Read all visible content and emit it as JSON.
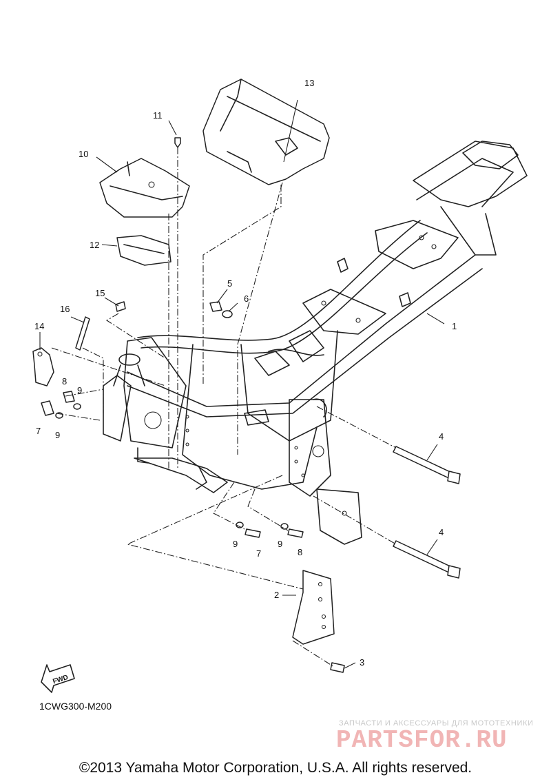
{
  "diagram": {
    "callouts": [
      {
        "id": "c1",
        "label": "1"
      },
      {
        "id": "c2",
        "label": "2"
      },
      {
        "id": "c3",
        "label": "3"
      },
      {
        "id": "c4a",
        "label": "4"
      },
      {
        "id": "c4b",
        "label": "4"
      },
      {
        "id": "c5",
        "label": "5"
      },
      {
        "id": "c6",
        "label": "6"
      },
      {
        "id": "c7a",
        "label": "7"
      },
      {
        "id": "c7b",
        "label": "7"
      },
      {
        "id": "c8a",
        "label": "8"
      },
      {
        "id": "c8b",
        "label": "8"
      },
      {
        "id": "c9a",
        "label": "9"
      },
      {
        "id": "c9b",
        "label": "9"
      },
      {
        "id": "c9c",
        "label": "9"
      },
      {
        "id": "c9d",
        "label": "9"
      },
      {
        "id": "c10",
        "label": "10"
      },
      {
        "id": "c11",
        "label": "11"
      },
      {
        "id": "c12",
        "label": "12"
      },
      {
        "id": "c13",
        "label": "13"
      },
      {
        "id": "c14",
        "label": "14"
      },
      {
        "id": "c15",
        "label": "15"
      },
      {
        "id": "c16",
        "label": "16"
      }
    ],
    "direction_label": "FWD",
    "diagram_code": "1CWG300-M200"
  },
  "footer": {
    "copyright": "©2013 Yamaha Motor Corporation, U.S.A. All rights reserved."
  },
  "watermark": {
    "tagline": "ЗАПЧАСТИ И АКСЕССУАРЫ ДЛЯ МОТОТЕХНИКИ",
    "brand": "PARTSFOR.RU"
  }
}
